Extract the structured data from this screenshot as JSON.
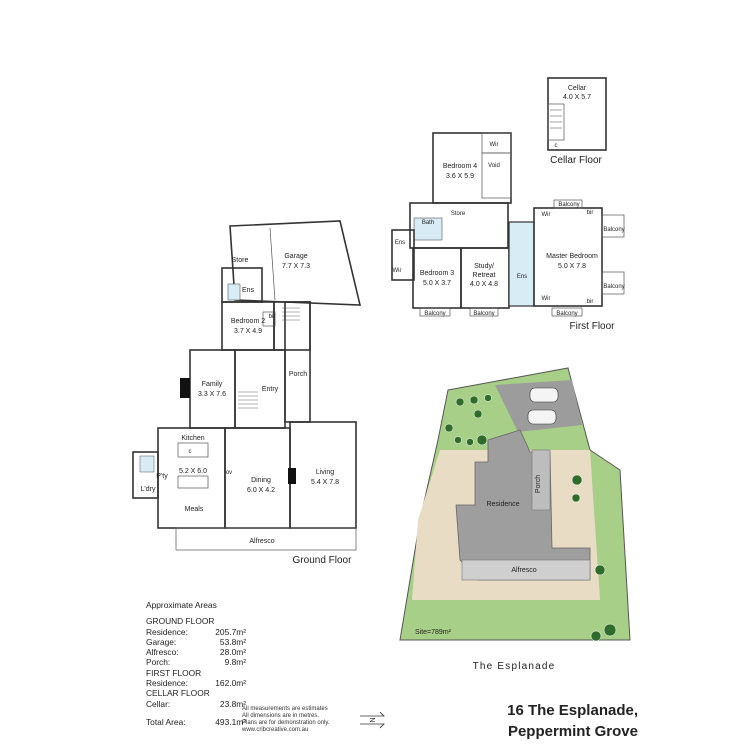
{
  "floors": {
    "ground": {
      "caption": "Ground Floor",
      "rooms": {
        "store": "Store",
        "garage": "Garage",
        "garage_dim": "7.7 X 7.3",
        "ens": "Ens",
        "bedroom2": "Bedroom 2",
        "bedroom2_dim": "3.7 X 4.9",
        "bir": "bir",
        "porch": "Porch",
        "family": "Family",
        "family_dim": "3.3 X 7.6",
        "entry": "Entry",
        "kitchen": "Kitchen",
        "kitchen_dim": "5.2 X 6.0",
        "pty": "P'ty",
        "ldry": "L'dry",
        "ov": "ov",
        "dining": "Dining",
        "dining_dim": "6.0 X 4.2",
        "living": "Living",
        "living_dim": "5.4 X 7.8",
        "meals": "Meals",
        "alfresco": "Alfresco",
        "c": "c"
      }
    },
    "first": {
      "caption": "First Floor",
      "rooms": {
        "wir": "Wir",
        "void": "Void",
        "bedroom4": "Bedroom 4",
        "bedroom4_dim": "3.6 X 5.9",
        "bath": "Bath",
        "store": "Store",
        "ens": "Ens",
        "bedroom3": "Bedroom 3",
        "bedroom3_dim": "5.0 X 3.7",
        "study": "Study/",
        "study2": "Retreat",
        "study_dim": "4.0 X 4.8",
        "master": "Master Bedroom",
        "master_dim": "5.0 X 7.8",
        "balcony": "Balcony",
        "bir": "bir"
      }
    },
    "cellar": {
      "caption": "Cellar Floor",
      "rooms": {
        "cellar": "Cellar",
        "cellar_dim": "4.0 X 5.7",
        "c": "c"
      }
    }
  },
  "site": {
    "residence": "Residence",
    "porch": "Porch",
    "alfresco": "Alfresco",
    "site_area": "Site=789m²",
    "street": "The Esplanade"
  },
  "areas": {
    "title": "Approximate Areas",
    "ground_heading": "GROUND FLOOR",
    "ground": [
      {
        "label": "Residence:",
        "value": "205.7m²"
      },
      {
        "label": "Garage:",
        "value": "53.8m²"
      },
      {
        "label": "Alfresco:",
        "value": "28.0m²"
      },
      {
        "label": "Porch:",
        "value": "9.8m²"
      }
    ],
    "first_heading": "FIRST FLOOR",
    "first": [
      {
        "label": "Residence:",
        "value": "162.0m²"
      }
    ],
    "cellar_heading": "CELLAR FLOOR",
    "cellar": [
      {
        "label": "Cellar:",
        "value": "23.8m²"
      }
    ],
    "total_label": "Total Area:",
    "total_value": "493.1m²"
  },
  "disclaimer": {
    "line1": "All measurements are estimates",
    "line2": "All dimensions are in metres.",
    "line3": "Plans are for demonstration only.",
    "line4": "www.cribcreative.com.au"
  },
  "compass": "N",
  "address": {
    "line1": "16 The Esplanade,",
    "line2": "Peppermint Grove"
  },
  "colors": {
    "grass": "#a8cf87",
    "paving": "#e8dcc4",
    "house": "#9e9e9e",
    "alfresco": "#cfcfcf",
    "wet": "#d8ecf5"
  }
}
